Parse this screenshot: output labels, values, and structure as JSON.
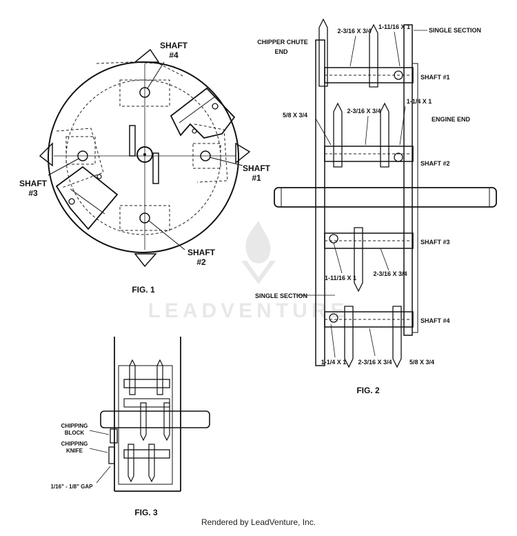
{
  "fig1": {
    "caption": "FIG. 1",
    "shaft4_a": "SHAFT",
    "shaft4_b": "#4",
    "shaft1_a": "SHAFT",
    "shaft1_b": "#1",
    "shaft3_a": "SHAFT",
    "shaft3_b": "#3",
    "shaft2_a": "SHAFT",
    "shaft2_b": "#2"
  },
  "fig2": {
    "caption": "FIG. 2",
    "chute_a": "CHIPPER CHUTE",
    "chute_b": "END",
    "engine_end": "ENGINE END",
    "single_top": "SINGLE SECTION",
    "single_mid": "SINGLE SECTION",
    "dim_top_left": "2-3/16 X 3/4",
    "dim_top_right": "1-11/16 X 1",
    "dim_s2_a": "5/8 X 3/4",
    "dim_s2_b": "2-3/16 X 3/4",
    "dim_s2_c": "1-1/4 X 1",
    "dim_s3_a": "1-11/16 X 1",
    "dim_s3_b": "2-3/16 X 3/4",
    "dim_s4_a": "1-1/4 X 1",
    "dim_s4_b": "2-3/16 X 3/4",
    "dim_s4_c": "5/8 X 3/4",
    "shaft1": "SHAFT #1",
    "shaft2": "SHAFT #2",
    "shaft3": "SHAFT #3",
    "shaft4": "SHAFT #4"
  },
  "fig3": {
    "caption": "FIG. 3",
    "block_a": "CHIPPING",
    "block_b": "BLOCK",
    "knife_a": "CHIPPING",
    "knife_b": "KNIFE",
    "gap": "1/16\" - 1/8\" GAP"
  },
  "watermark": "LEADVENTURE",
  "footer": "Rendered by LeadVenture, Inc."
}
